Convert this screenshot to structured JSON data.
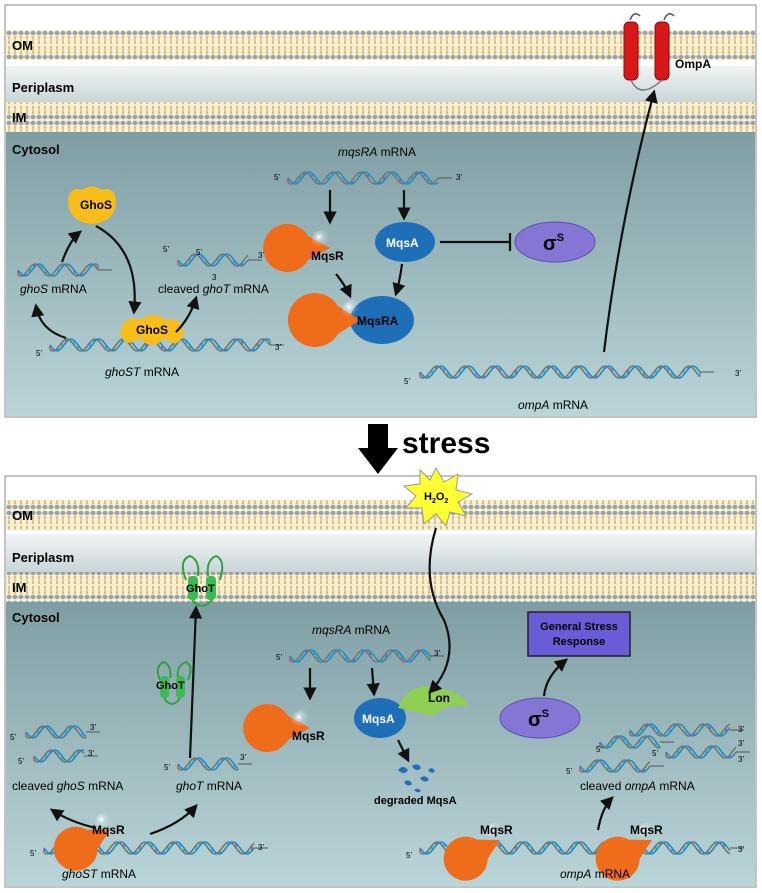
{
  "top": {
    "labels": {
      "om": "OM",
      "periplasm": "Periplasm",
      "im": "IM",
      "cytosol": "Cytosol"
    },
    "ompA_protein": "OmpA",
    "mqsRA_mrna": {
      "italic": "mqsRA",
      "rest": " mRNA"
    },
    "ghoS_protein_1": "GhoS",
    "ghoS_protein_2": "GhoS",
    "ghoS_mrna": {
      "italic": "ghoS",
      "rest": " mRNA"
    },
    "cleaved_ghoT": {
      "prefix": "cleaved ",
      "italic": "ghoT",
      "rest": " mRNA"
    },
    "ghoST_mrna": {
      "italic": "ghoST",
      "rest": " mRNA"
    },
    "ompA_mrna": {
      "italic": "ompA",
      "rest": " mRNA"
    },
    "mqsR": "MqsR",
    "mqsA": "MqsA",
    "mqsRA": "MqsRA",
    "sigma": "σ",
    "sigma_sup": "S"
  },
  "stress_label": "stress",
  "bottom": {
    "labels": {
      "om": "OM",
      "periplasm": "Periplasm",
      "im": "IM",
      "cytosol": "Cytosol"
    },
    "h2o2": {
      "h": "H",
      "sub1": "2",
      "o": "O",
      "sub2": "2"
    },
    "ghoT_membrane": "GhoT",
    "ghoT_cyto": "GhoT",
    "mqsRA_mrna": {
      "italic": "mqsRA",
      "rest": " mRNA"
    },
    "general_stress": [
      "General Stress",
      "Response"
    ],
    "mqsR_free": "MqsR",
    "mqsA": "MqsA",
    "lon": "Lon",
    "sigma": "σ",
    "sigma_sup": "S",
    "degraded_mqsA": "degraded MqsA",
    "cleaved_ghoS": {
      "prefix": "cleaved ",
      "italic": "ghoS",
      "rest": " mRNA"
    },
    "ghoT_mrna": {
      "italic": "ghoT",
      "rest": " mRNA"
    },
    "cleaved_ompA": {
      "prefix": "cleaved ",
      "italic": "ompA",
      "rest": " mRNA"
    },
    "ghoST_mrna": {
      "italic": "ghoST",
      "rest": " mRNA"
    },
    "ompA_mrna": {
      "italic": "ompA",
      "rest": " mRNA"
    },
    "mqsR_ghoST": "MqsR",
    "mqsR_ompA_1": "MqsR",
    "mqsR_ompA_2": "MqsR"
  },
  "end_labels": {
    "five": "5’",
    "three": "3’",
    "three_short": "3"
  },
  "colors": {
    "cytosol_top": "#7f9ea4",
    "cytosol_bottom": "#b9d3d6",
    "mqsR": "#ef6c1b",
    "mqsA": "#1f6fb8",
    "ghoS": "#f7bd1a",
    "ghoT": "#3dbb52",
    "lon": "#8fcf53",
    "sigma": "#8576d6",
    "stress_box": "#6a5cd6",
    "ompA": "#dd1a1a"
  }
}
